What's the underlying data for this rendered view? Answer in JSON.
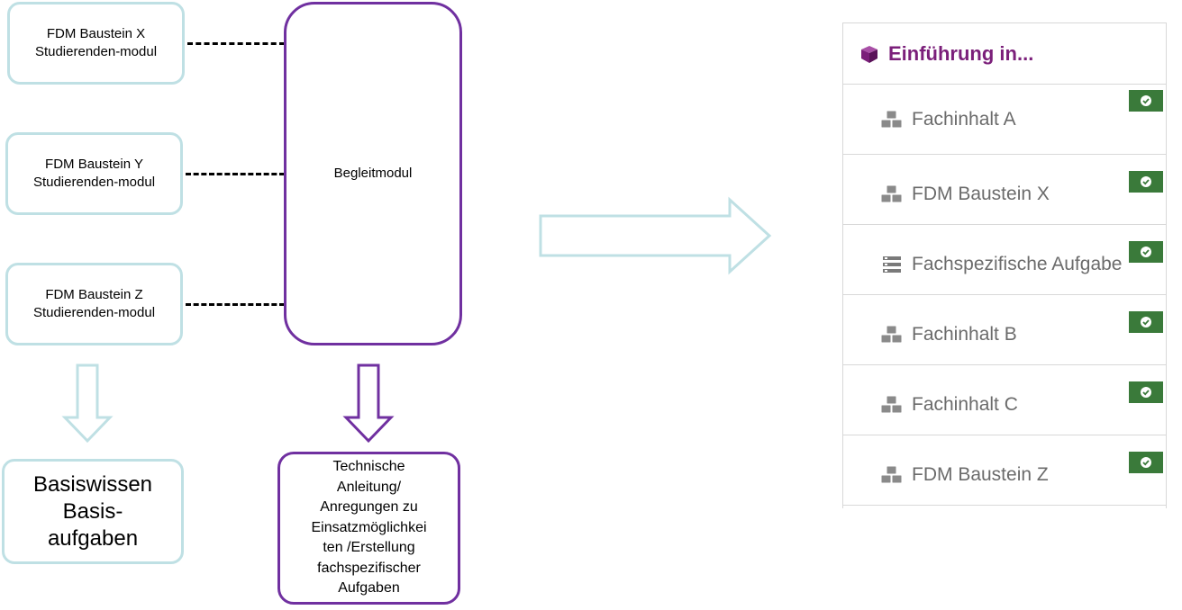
{
  "left_diagram": {
    "student_modules": [
      {
        "line1": "FDM Baustein X",
        "line2": "Studierenden-modul"
      },
      {
        "line1": "FDM Baustein Y",
        "line2": "Studierenden-modul"
      },
      {
        "line1": "FDM Baustein Z",
        "line2": "Studierenden-modul"
      }
    ],
    "companion_module": "Begleitmodul",
    "basics_box": [
      "Basiswissen",
      "Basis-",
      "aufgaben"
    ],
    "technical_box": [
      "Technische",
      "Anleitung/",
      "Anregungen zu",
      "Einsatzmöglichkei",
      "ten /Erstellung",
      "fachspezifischer",
      "Aufgaben"
    ]
  },
  "course_panel": {
    "title": "Einführung in...",
    "title_icon": "cube-icon",
    "items": [
      {
        "label": "Fachinhalt A",
        "icon": "cubes-icon",
        "completed": true
      },
      {
        "label": "FDM Baustein X",
        "icon": "cubes-icon",
        "completed": true
      },
      {
        "label": "Fachspezifische Aufgabe",
        "icon": "tasks-icon",
        "completed": true
      },
      {
        "label": "Fachinhalt B",
        "icon": "cubes-icon",
        "completed": true
      },
      {
        "label": "Fachinhalt C",
        "icon": "cubes-icon",
        "completed": true
      },
      {
        "label": "FDM Baustein Z",
        "icon": "cubes-icon",
        "completed": true
      }
    ]
  },
  "colors": {
    "teal_border": "#bfe0e4",
    "purple_border": "#7030a0",
    "title_purple": "#7b1f7a",
    "check_green": "#3a7a3a"
  }
}
